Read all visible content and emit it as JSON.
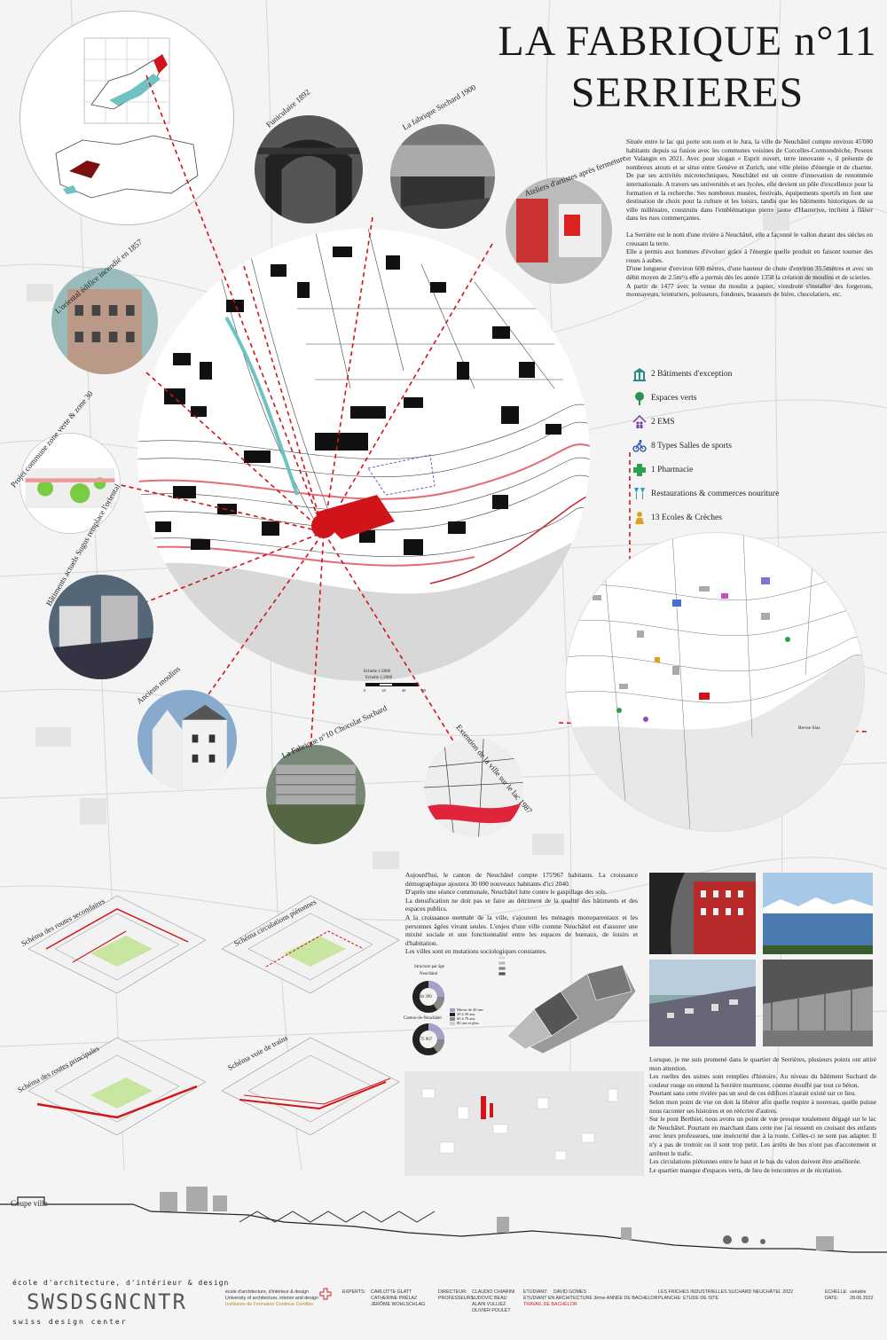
{
  "title": {
    "line1": "LA FABRIQUE n°11",
    "line2": "SERRIERES"
  },
  "intro": [
    "Située entre le lac qui porte son nom et le Jura, la ville de Neuchâtel compte environ 45'000 habitants depuis sa fusion avec les communes voisines de Corcelles-Cormondrèche, Peseux et Valangin en 2021. Avec pour slogan « Esprit ouvert, terre innovante », il présente de nombreux atouts et se situe entre Genève et Zurich, une ville pleine d'énergie et de charme. De par ses activités microtechniques, Neuchâtel est un centre d'innovation de renommée internationale. A travers ses universités et ses lycées, elle devient un pôle d'excellence pour la formation et la recherche. Ses nombreux musées, festivals, équipements sportifs en font une destination de choix pour la culture et les loisirs, tandis que les bâtiments historiques de sa ville millénaire, construits dans l'emblématique pierre jaune d'Hauterive, incitent à flâner dans les rues commerçantes.",
    "La Serrière est le nom d'une rivière à Neuchâtel, elle a façonné le vallon durant des siècles en creusant la terre.",
    "Elle a permis aux hommes d'évoluer grâce à l'énergie quelle produit en faisont tourner des roues à aubes.",
    "D'une longueur d'environ  600 mètres, d'une hauteur de chute d'environ 35.5mètres et avec un débit moyen de 2.5m³/s elle a permis dès les année 1358 la création de moulins et de scieries.",
    "A partir de 1477 avec la venue du moulin a papier, viendront s'installer des forgerons, monnayeurs, teinturiers, polisseurs, fondeurs, brasseurs de bière, chocolatiers, etc."
  ],
  "legend": [
    {
      "icon": "building-icon",
      "label": "2 Bâtiments d'exception",
      "color": "#2a8a8f"
    },
    {
      "icon": "tree-icon",
      "label": "Espaces verts",
      "color": "#2f8f4e"
    },
    {
      "icon": "house-people-icon",
      "label": "2 EMS",
      "color": "#7b3fa0"
    },
    {
      "icon": "bike-icon",
      "label": "8 Types Salles de sports",
      "color": "#2a4fb0"
    },
    {
      "icon": "pharmacy-cross-icon",
      "label": "1 Pharmacie",
      "color": "#2aa04a"
    },
    {
      "icon": "glasses-icon",
      "label": "Restaurations & commerces nouriture",
      "color": "#2aa0b0"
    },
    {
      "icon": "school-icon",
      "label": "13 Ecoles & Crèches",
      "color": "#e0a020"
    }
  ],
  "circle_labels": {
    "funiculaire": "Funiculaire 1892",
    "suchard1900": "La fabrique Suchard 1900",
    "ateliers": "Ateliers d'artistes après fermeture",
    "oriental": "L'oriental édifice incendié en 1857",
    "projet": "Projet commune zone verte & zone 30",
    "sugus": "Bâtiments actuels Sugus remplace l'oriental",
    "moulins": "Anciens moulins",
    "fabrique11": "La Fabrique n°10 Chocolat Suchard",
    "extension": "Extention de la ville sur le lac 1987"
  },
  "map_labels": {
    "scale": "Echelle 1:2000",
    "scale_ticks": [
      "0",
      "20",
      "40",
      "80"
    ],
    "revue": "Revue Sias"
  },
  "text2": [
    "Aujourd'hui, le canton de Neuchâtel compte 175'967 habitants. La croissance démographique ajoutera 30 000 nouveaux habitants d'ici 2040.",
    "D'après une séance communale, Neuchâtel lutte contre le gaspillage des sols.",
    "La densification ne doit pas se faire au détriment de la qualité des bâtiments et des espaces publics.",
    "A la croissance normale de la ville, s'ajoutent les ménages monoparentaux et les personnes âgées vivant seules. L'enjeu d'une ville comme Neuchâtel est d'assurer une mixité sociale et une fonctionnalité entre les espaces de bureaux, de loisirs et d'habitation.",
    "Les villes sont en mutations sociologiques constantes."
  ],
  "stats": {
    "title": "Structure par âge",
    "city": "Neuchâtel",
    "canton": "Canton-de-Neuchâtel",
    "city_value": "46 399",
    "canton_value": "175 967",
    "legend": [
      "Moins de 20 ans",
      "20 à 59 ans",
      "60 à 79 ans",
      "80 ans et plus"
    ]
  },
  "text3": [
    "Lorsque, je me suis promené dans le quartier de Serrières, plusieurs points ont attiré mon attention.",
    "Les ruelles des usines sont remplies d'histoire. Au niveau du bâtiment Suchard de couleur rouge on entend la Serrière murmurer, comme étouffé par tout ce béton.",
    "Pourtant sans cette rivière pas un seul de ces édifices n'aurait existé sur ce lieu.",
    "Selon mon point de vue on doit la libérer afin quelle respire à nouveau, quelle puisse nous raconter ses histoires et en réécrire d'autres.",
    "Sur le pont Berthier, nous avons un point de vue presque totalement dégagé sur le lac de Neuchâtel. Pourtant en marchant dans cette rue j'ai ressenti en croisant des enfants avec leurs professeurs, une insécurité due à la route. Celles-ci ne sont pas adapter. Il n'y a  pas de trottoir ou il sont trop petit. Les arrêts de bus n'ont pas d'accotement et arrêtent le trafic.",
    "Les circulations piétonnes entre le haut et  le bas du valon doivent être améliorée.",
    "Le quartier manque d'espaces verts, de lieu de rencontres et de récréation."
  ],
  "iso_labels": {
    "secondaires": "Schéma des routes secondaires",
    "pietonnes": "Schéma circulations piétonnes",
    "principales": "Schéma des routes principales",
    "trains": "Schéma voie de trains"
  },
  "coupe": "Coupe ville",
  "footer": {
    "school": "école d'architecture, d'intérieur & design",
    "logo": "SWSDSGNCNTR",
    "logo_sub": "swiss design center",
    "school_fr": "école d'architecture, d'intérieur & design",
    "school_en": "University of architecture, interior and design",
    "school_cert": "Institution de Formation Continue Certifiée",
    "experts_label": "EXPERTS:",
    "experts": [
      "CARLOTTE GLATT",
      "CATHERINE PRÉLAZ",
      "JÉRÔME WOHLSCHLAG"
    ],
    "director_label": "DIRECTEUR:",
    "director": "CLAUDIO CHIARINI",
    "profs_label": "PROFESSEURS:",
    "profs": [
      "LUDOVIC BEAU",
      "ALAIN VULLIEZ",
      "OLIVIER POULET"
    ],
    "student_label": "ETUDIANT:",
    "student": "DAVID GOMES",
    "student_role": "ETUDIANT EN ARCHITECTURE 3ème ANNÉE DE BACHELOR",
    "student_work": "TRAVAIL DE BACHELOR",
    "project": "LES FRICHES INDUSTRIELLES SUCHARD NEUCHÂTEL 2022",
    "planche": "PLANCHE: ETUDE DE SITE",
    "echelle_label": "ECHELLE:",
    "echelle": "variable",
    "date_label": "DATE:",
    "date": "28.06.2022"
  }
}
